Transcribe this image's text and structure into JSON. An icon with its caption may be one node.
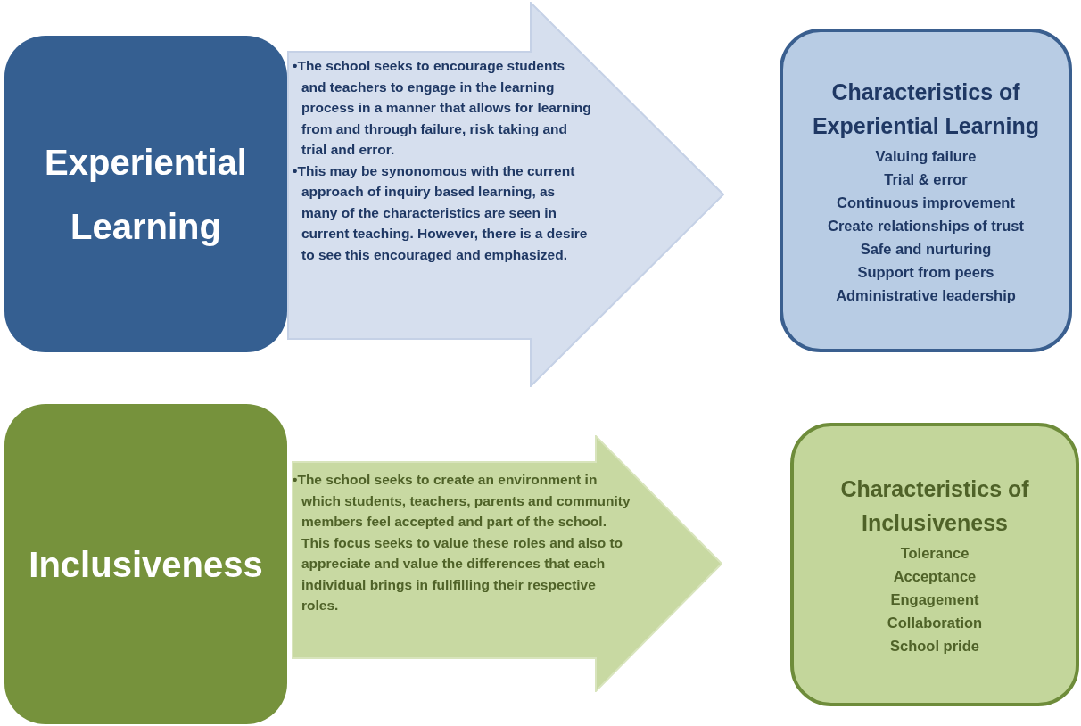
{
  "diagram": {
    "nodes": [
      {
        "text": [
          "Experiential Learning"
        ]
      },
      {
        "text": [
          "•The school seeks to encourage students and teachers to engage in the learning process in a manner that allows for learning from and through failure, risk taking and trial and error.",
          "•This may be synonomous with the current approach of inquiry based learning, as many of the characteristics are seen  in current teaching.  However, there is a desire to see this encouraged and emphasized."
        ]
      },
      {
        "text": [
          "Characteristics of Experiential Learning",
          "Valuing failure",
          "Trial & error",
          "Continuous improvement",
          "Create relationships of trust",
          "Safe and nurturing",
          "Support from peers",
          "Administrative leadership"
        ]
      },
      {
        "text": [
          "Inclusiveness"
        ]
      },
      {
        "text": [
          "•The school seeks to create an environment in which students, teachers, parents and community members feel accepted and part of the school. This focus seeks to value these roles and also to appreciate and value the differences that each individual brings in fullfilling their respective roles."
        ]
      },
      {
        "text": [
          "Characteristics of Inclusiveness",
          "Tolerance",
          "Acceptance",
          "Engagement",
          "Collaboration",
          "School pride"
        ]
      }
    ]
  }
}
